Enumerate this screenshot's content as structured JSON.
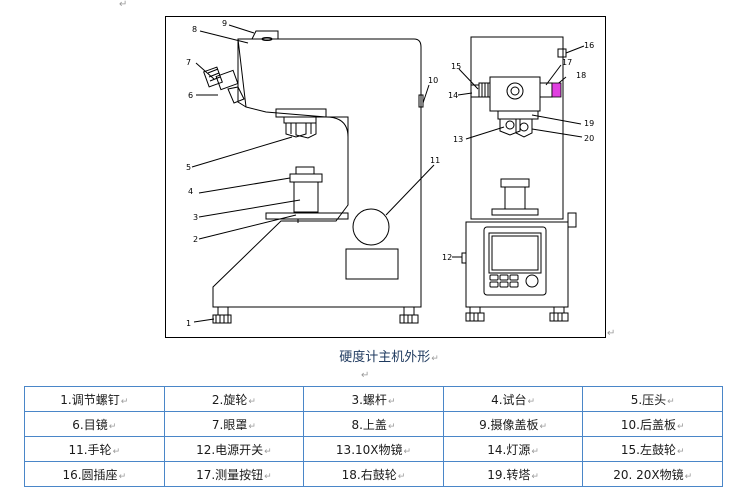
{
  "caption": "硬度计主机外形",
  "paragraph_mark": "↵",
  "figure": {
    "callouts": [
      "1",
      "2",
      "3",
      "4",
      "5",
      "6",
      "7",
      "8",
      "9",
      "10",
      "11",
      "12",
      "13",
      "14",
      "15",
      "16",
      "17",
      "18",
      "19",
      "20"
    ],
    "highlight_color": "#e040e0",
    "line_color": "#000000"
  },
  "table": {
    "rows": [
      [
        "1.调节螺钉",
        "2.旋轮",
        "3.螺杆",
        "4.试台",
        "5.压头"
      ],
      [
        "6.目镜",
        "7.眼罩",
        "8.上盖",
        "9.摄像盖板",
        "10.后盖板"
      ],
      [
        "11.手轮",
        "12.电源开关",
        "13.10X物镜",
        "14.灯源",
        "15.左鼓轮"
      ],
      [
        "16.圆插座",
        "17.测量按钮",
        "18.右鼓轮",
        "19.转塔",
        "20.  20X物镜"
      ]
    ],
    "border_color": "#4a86c8"
  }
}
